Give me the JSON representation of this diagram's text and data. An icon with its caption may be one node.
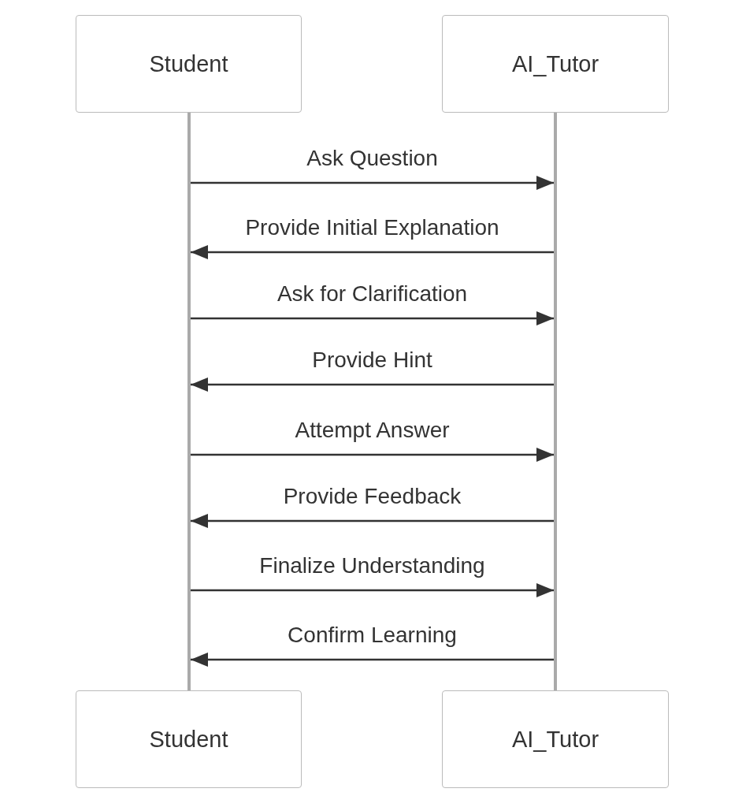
{
  "diagram": {
    "nodes": [
      {
        "text": [
          "Student"
        ]
      },
      {
        "text": [
          "AI_Tutor"
        ]
      },
      {
        "text": [],
        "shape": "bar"
      },
      {
        "text": [],
        "shape": "bar"
      },
      {
        "text": [
          "Student"
        ]
      },
      {
        "text": [
          "AI_Tutor"
        ]
      }
    ],
    "edges": [
      {
        "from": 2,
        "to": 3,
        "arrow": "to",
        "label": "Ask Question"
      },
      {
        "from": 3,
        "to": 2,
        "arrow": "to",
        "label": "Provide Initial Explanation"
      },
      {
        "from": 2,
        "to": 3,
        "arrow": "to",
        "label": "Ask for Clarification"
      },
      {
        "from": 3,
        "to": 2,
        "arrow": "to",
        "label": "Provide Hint"
      },
      {
        "from": 2,
        "to": 3,
        "arrow": "to",
        "label": "Attempt Answer"
      },
      {
        "from": 3,
        "to": 2,
        "arrow": "to",
        "label": "Provide Feedback"
      },
      {
        "from": 2,
        "to": 3,
        "arrow": "to",
        "label": "Finalize Understanding"
      },
      {
        "from": 3,
        "to": 2,
        "arrow": "to",
        "label": "Confirm Learning"
      }
    ]
  }
}
